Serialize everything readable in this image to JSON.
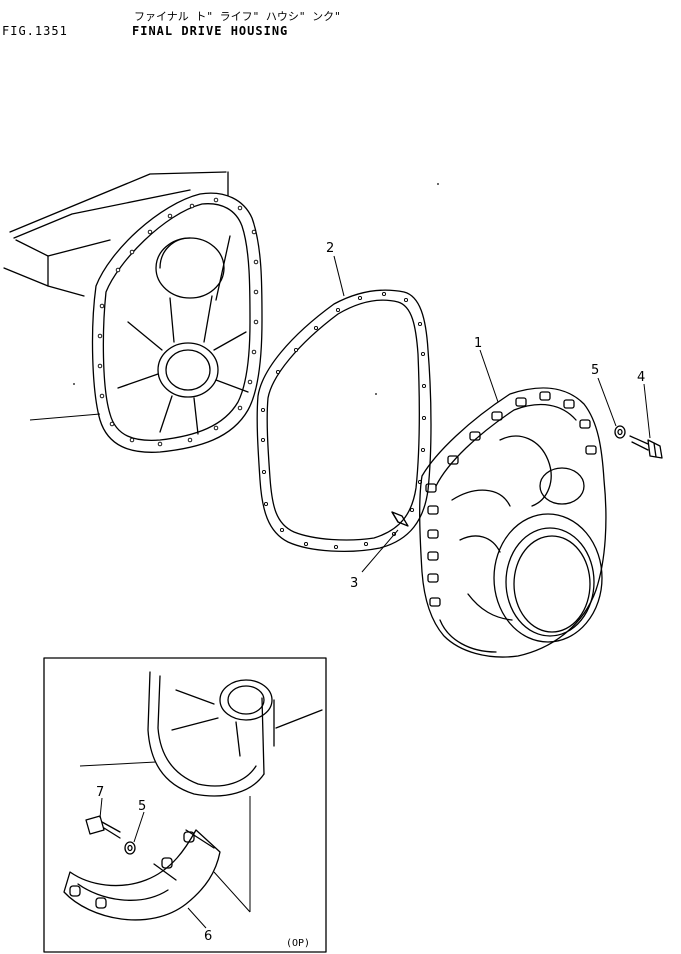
{
  "header": {
    "figure_number": "FIG.1351",
    "title_kana": "ファイナル ト\" ライフ\" ハウシ\" ンク\"",
    "title_english": "FINAL DRIVE HOUSING"
  },
  "callouts": [
    {
      "id": "1",
      "label": "1"
    },
    {
      "id": "2",
      "label": "2"
    },
    {
      "id": "3",
      "label": "3"
    },
    {
      "id": "4",
      "label": "4"
    },
    {
      "id": "5",
      "label": "5"
    }
  ],
  "inset": {
    "callouts": [
      {
        "id": "5",
        "label": "5"
      },
      {
        "id": "6",
        "label": "6"
      },
      {
        "id": "7",
        "label": "7"
      }
    ],
    "option_tag": "(OP)"
  }
}
